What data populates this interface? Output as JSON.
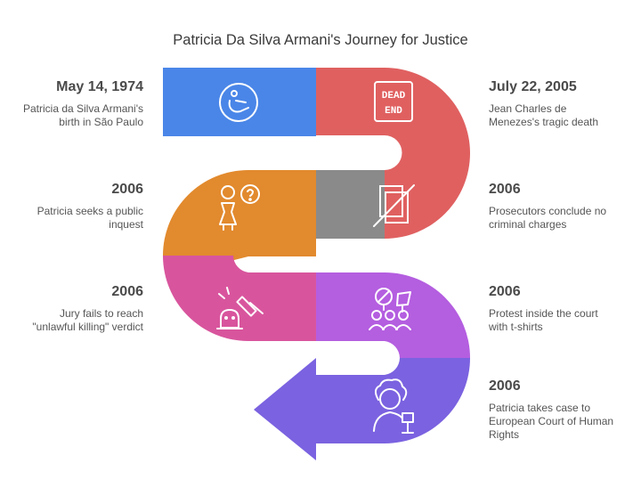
{
  "title": "Patricia Da Silva Armani's Journey for Justice",
  "events": [
    {
      "date": "May 14, 1974",
      "description": "Patricia da Silva Armani's birth in São Paulo",
      "color": "#4a86e8",
      "icon": "person-icon"
    },
    {
      "date": "July 22, 2005",
      "description": "Jean Charles de Menezes's tragic death",
      "color": "#e06060",
      "icon": "dead-end-sign-icon",
      "icon_text": [
        "DEAD",
        "END"
      ]
    },
    {
      "date": "2006",
      "description": "Prosecutors conclude no criminal charges",
      "color": "#8a8a8a",
      "icon": "crossed-document-icon"
    },
    {
      "date": "2006",
      "description": "Patricia seeks a public inquest",
      "color": "#e28a2e",
      "icon": "question-person-icon"
    },
    {
      "date": "2006",
      "description": "Jury fails to reach \"unlawful killing\" verdict",
      "color": "#d8559d",
      "icon": "gavel-icon"
    },
    {
      "date": "2006",
      "description": "Protest inside the court with t-shirts",
      "color": "#b45ee0",
      "icon": "protest-icon"
    },
    {
      "date": "2006",
      "description": "Patricia takes case to European Court of Human Rights",
      "color": "#7b62e0",
      "icon": "justice-person-icon"
    }
  ]
}
